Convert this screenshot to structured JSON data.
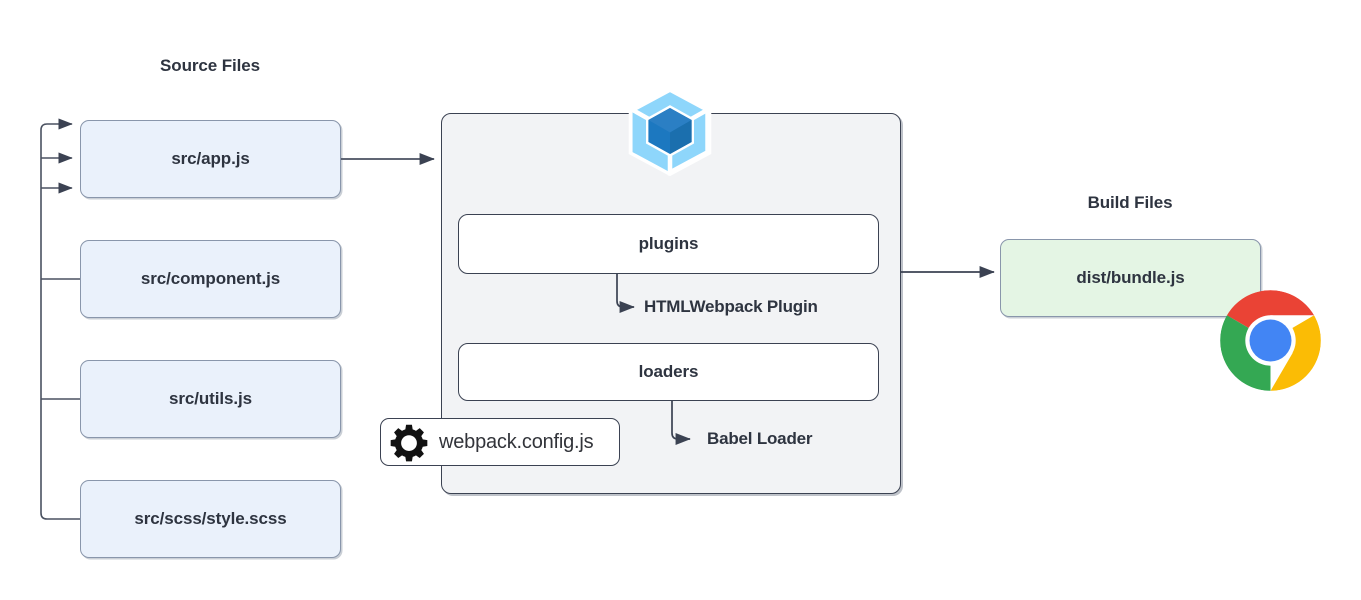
{
  "diagram": {
    "title_source": "Source Files",
    "title_build": "Build Files",
    "source_files": [
      {
        "label": "src/app.js"
      },
      {
        "label": "src/component.js"
      },
      {
        "label": "src/utils.js"
      },
      {
        "label": "src/scss/style.scss"
      }
    ],
    "bundler": {
      "logo_name": "webpack-logo",
      "sections": [
        {
          "label": "plugins",
          "child": "HTMLWebpack Plugin"
        },
        {
          "label": "loaders",
          "child": "Babel Loader"
        }
      ],
      "config": {
        "label": "webpack.config.js",
        "icon": "gear-icon"
      }
    },
    "build_files": [
      {
        "label": "dist/bundle.js"
      }
    ],
    "browser": {
      "icon": "chrome-logo"
    },
    "colors": {
      "source_fill": "#eaf1fb",
      "build_fill": "#e4f5e4",
      "container_fill": "#f2f3f5",
      "stroke": "#3b4252",
      "text": "#2e3440",
      "webpack_light": "#8ed6fb",
      "webpack_dark": "#1c78c0",
      "chrome_red": "#ea4335",
      "chrome_yellow": "#fbbc05",
      "chrome_green": "#34a853",
      "chrome_blue": "#4285f4"
    }
  }
}
